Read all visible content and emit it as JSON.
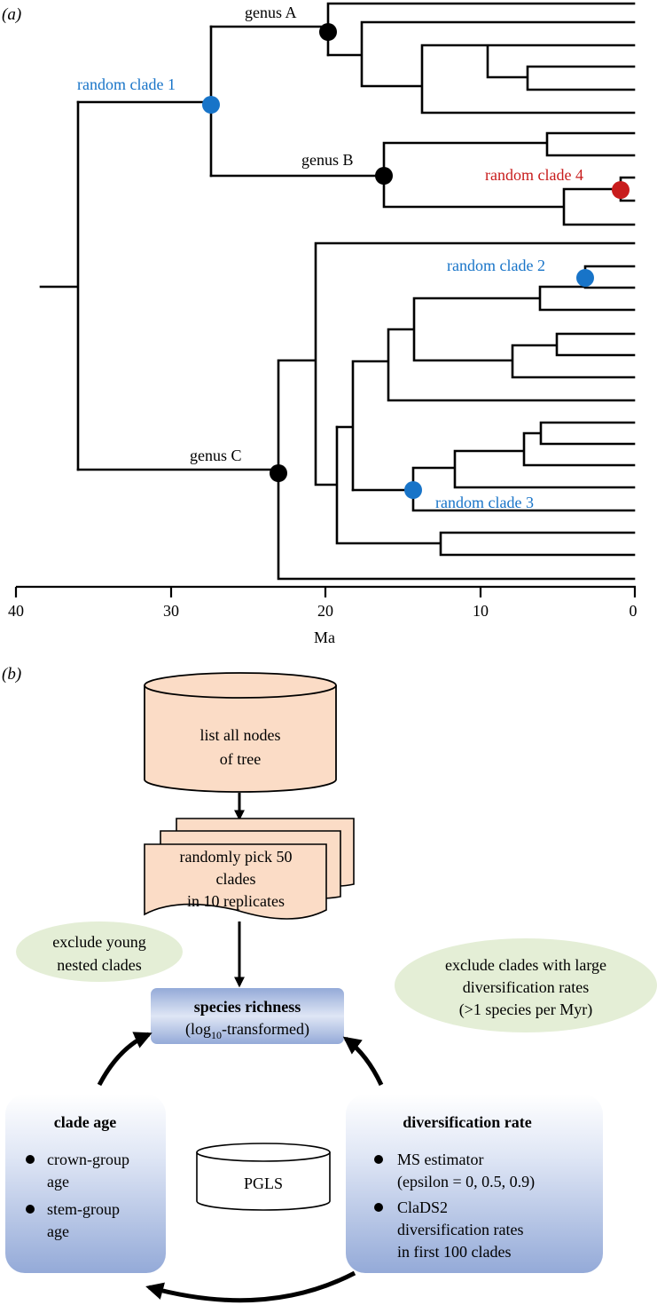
{
  "panel_a": {
    "label": "(a)",
    "axis_title": "Ma",
    "tick_labels": [
      "40",
      "30",
      "20",
      "10",
      "0"
    ],
    "node_labels": {
      "genus_a": "genus A",
      "genus_b": "genus B",
      "genus_c": "genus C",
      "random_clade_1": "random clade 1",
      "random_clade_2": "random clade 2",
      "random_clade_3": "random clade 3",
      "random_clade_4": "random clade 4"
    },
    "colors": {
      "genus": "#000000",
      "random_blue": "#1874c8",
      "random_red": "#c81c1c"
    }
  },
  "panel_b": {
    "label": "(b)",
    "list_nodes": {
      "line1": "list all nodes",
      "line2": "of tree"
    },
    "pick_clades": {
      "line1": "randomly pick 50",
      "line2": "clades",
      "line3": "in 10 replicates"
    },
    "exclude_young": {
      "line1": "exclude young",
      "line2": "nested clades"
    },
    "exclude_large": {
      "line1": "exclude clades with large",
      "line2": "diversification rates",
      "line3": "(>1 species per Myr)"
    },
    "species_richness": {
      "title": "species richness",
      "sub_pre": "(log",
      "sub_sub": "10",
      "sub_post": "-transformed)"
    },
    "clade_age": {
      "title": "clade age",
      "item1_line1": "crown-group",
      "item1_line2": "age",
      "item2_line1": "stem-group",
      "item2_line2": "age"
    },
    "pgls": "PGLS",
    "diversification": {
      "title": "diversification rate",
      "item1_line1": "MS estimator",
      "item1_line2": "(epsilon = 0, 0.5, 0.9)",
      "item2_line1": "ClaDS2",
      "item2_line2": "diversification rates",
      "item2_line3": "in first 100 clades"
    },
    "colors": {
      "peach": "#fbdcc6",
      "green": "#e4eed6",
      "blue_top": "#ffffff",
      "blue_bottom": "#94aad8"
    }
  }
}
